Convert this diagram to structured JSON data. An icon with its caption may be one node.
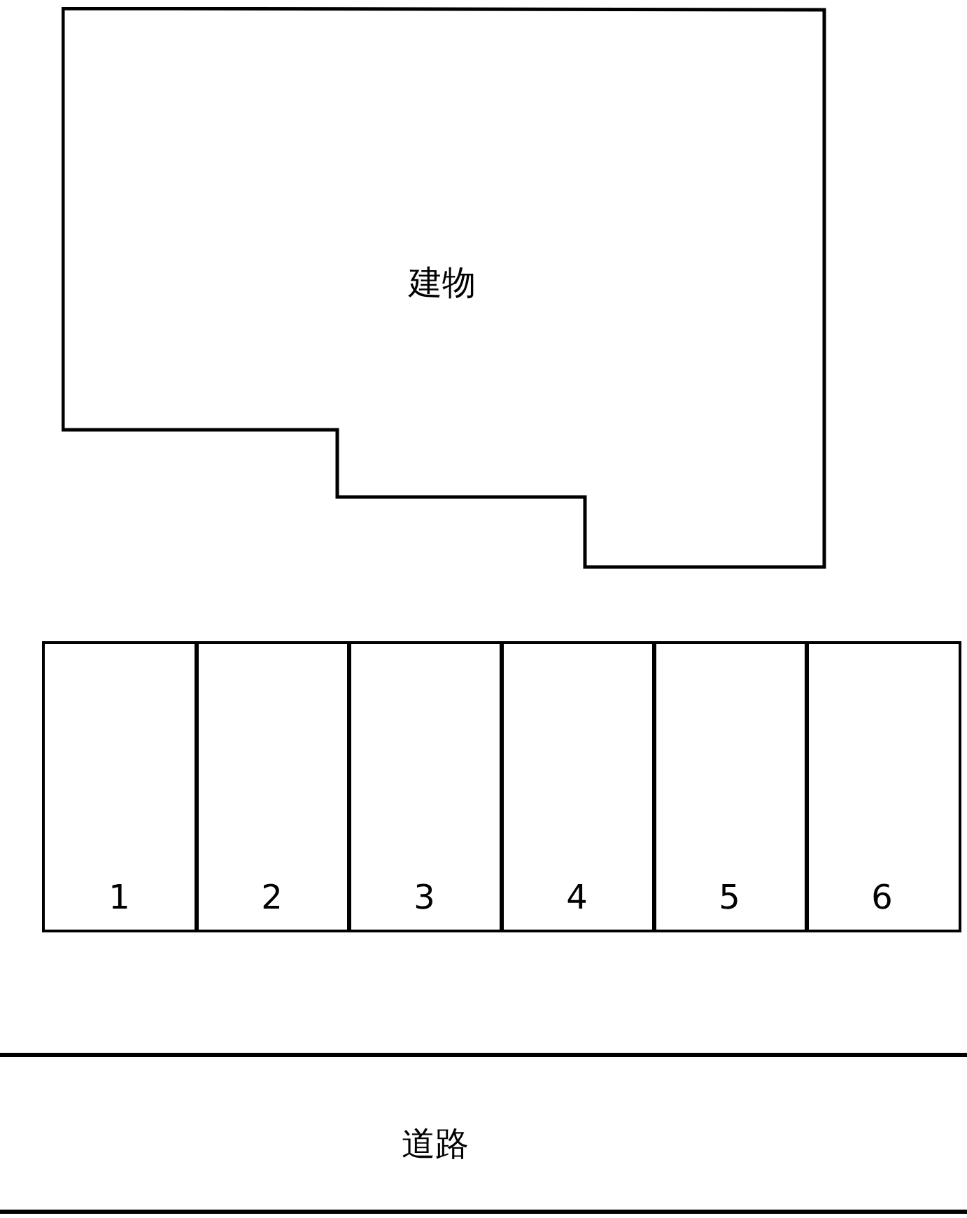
{
  "diagram": {
    "nodes": [
      {
        "text": [
          "建物"
        ]
      },
      {
        "text": [
          "1"
        ]
      },
      {
        "text": [
          "2"
        ]
      },
      {
        "text": [
          "3"
        ]
      },
      {
        "text": [
          "4"
        ]
      },
      {
        "text": [
          "5"
        ]
      },
      {
        "text": [
          "6"
        ]
      },
      {
        "text": [
          "道路"
        ]
      }
    ],
    "edges": []
  }
}
